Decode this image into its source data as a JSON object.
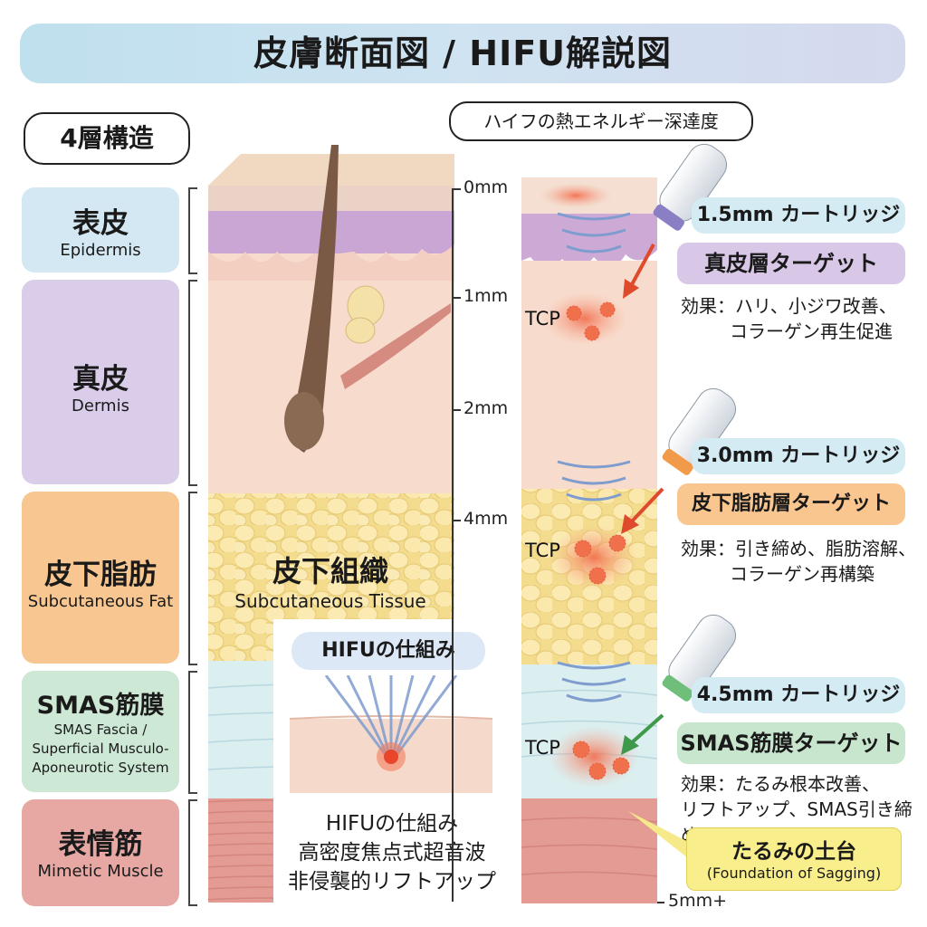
{
  "title": "皮膚断面図 / HIFU解説図",
  "structure_label": "4層構造",
  "depth_header": "ハイフの熱エネルギー深達度",
  "layers": [
    {
      "ja": "表皮",
      "en": "Epidermis"
    },
    {
      "ja": "真皮",
      "en": "Dermis"
    },
    {
      "ja": "皮下脂肪",
      "en": "Subcutaneous Fat"
    },
    {
      "ja": "SMAS筋膜",
      "en": "SMAS Fascia / Superficial Musculo-Aponeurotic System"
    },
    {
      "ja": "表情筋",
      "en": "Mimetic Muscle"
    }
  ],
  "tissue_label": {
    "ja": "皮下組織",
    "en": "Subcutaneous Tissue"
  },
  "depths": [
    "0mm",
    "1mm",
    "2mm",
    "4mm",
    "5mm+"
  ],
  "mechanism": {
    "header": "HIFUの仕組み",
    "lines": [
      "HIFUの仕組み",
      "高密度焦点式超音波",
      "非侵襲的リフトアップ"
    ]
  },
  "tcp_label": "TCP",
  "cartridges": [
    {
      "name": "1.5mm カートリッジ",
      "target": "真皮層ターゲット",
      "effect": [
        "効果：ハリ、小ジワ改善、",
        "コラーゲン再生促進"
      ],
      "color": "#8a7fc4"
    },
    {
      "name": "3.0mm カートリッジ",
      "target": "皮下脂肪層ターゲット",
      "effect": [
        "効果：引き締め、脂肪溶解、",
        "コラーゲン再構築"
      ],
      "color": "#f09a4a"
    },
    {
      "name": "4.5mm カートリッジ",
      "target": "SMAS筋膜ターゲット",
      "effect": [
        "効果：たるみ根本改善、",
        "リフトアップ、SMAS引き締め"
      ],
      "color": "#6fbf7a"
    }
  ],
  "foundation": {
    "ja": "たるみの土台",
    "en": "(Foundation of Sagging)"
  },
  "colors": {
    "epidermis": "#d6e9f3",
    "dermis": "#d8cbe6",
    "fat": "#f9c98d",
    "smas": "#cfe8d6",
    "muscle": "#e8a7a2",
    "title_bg": "#c7dfef"
  }
}
